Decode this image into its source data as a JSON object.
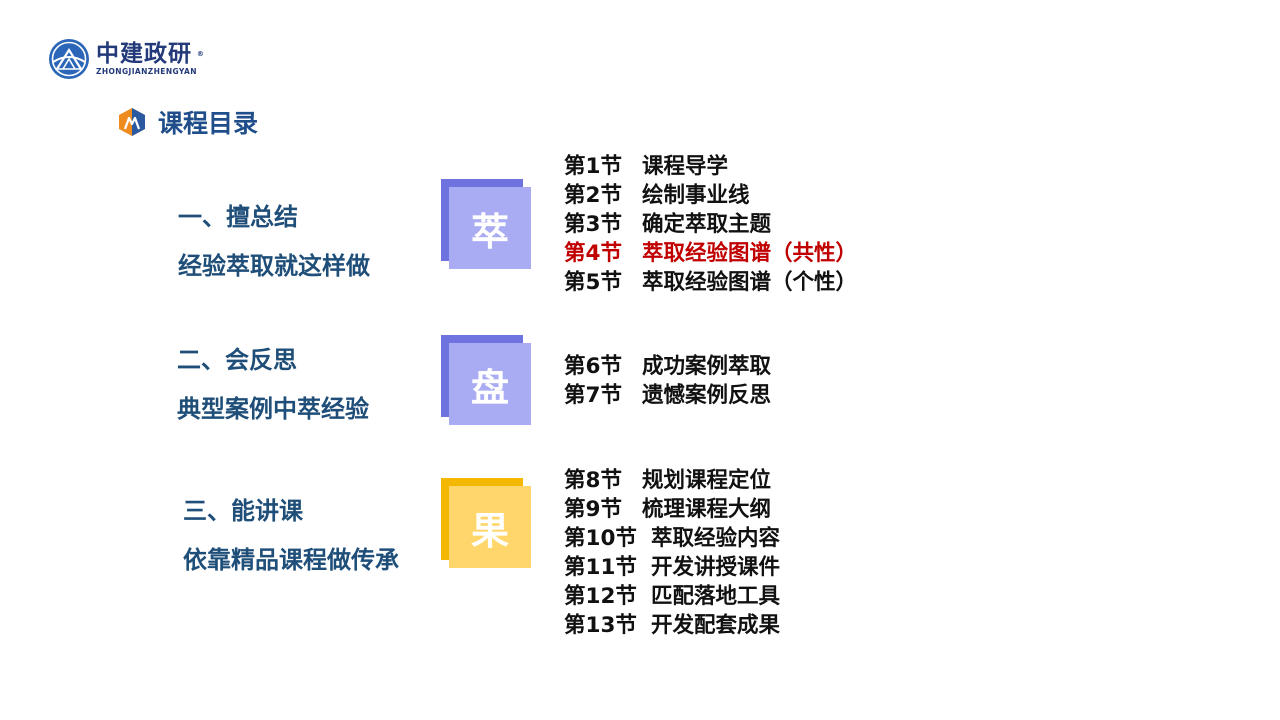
{
  "logo": {
    "name_cn": "中建政研",
    "name_en": "ZHONGJIANZHENGYAN",
    "reg_mark": "®"
  },
  "heading": {
    "title": "课程目录"
  },
  "colors": {
    "navy": "#1f4e79",
    "purple_back": "#6f73e0",
    "purple_front": "#a9acf2",
    "gold_back": "#f5b800",
    "gold_front": "#ffd66b",
    "highlight": "#c00000"
  },
  "groups": [
    {
      "line1": "一、擅总结",
      "line2": "经验萃取就这样做",
      "badge": "萃",
      "lessons": [
        {
          "num": "第1节",
          "title": "课程导学"
        },
        {
          "num": "第2节",
          "title": "绘制事业线"
        },
        {
          "num": "第3节",
          "title": "确定萃取主题"
        },
        {
          "num": "第4节",
          "title": "萃取经验图谱（共性）",
          "highlight": true
        },
        {
          "num": "第5节",
          "title": "萃取经验图谱（个性）"
        }
      ]
    },
    {
      "line1": "二、会反思",
      "line2": "典型案例中萃经验",
      "badge": "盘",
      "lessons": [
        {
          "num": "第6节",
          "title": "成功案例萃取"
        },
        {
          "num": "第7节",
          "title": "遗憾案例反思"
        }
      ]
    },
    {
      "line1": "三、能讲课",
      "line2": "依靠精品课程做传承",
      "badge": "果",
      "lessons": [
        {
          "num": "第8节",
          "title": "规划课程定位"
        },
        {
          "num": "第9节",
          "title": "梳理课程大纲"
        },
        {
          "num": "第10节",
          "title": "萃取经验内容"
        },
        {
          "num": "第11节",
          "title": "开发讲授课件"
        },
        {
          "num": "第12节",
          "title": "匹配落地工具"
        },
        {
          "num": "第13节",
          "title": "开发配套成果"
        }
      ]
    }
  ]
}
